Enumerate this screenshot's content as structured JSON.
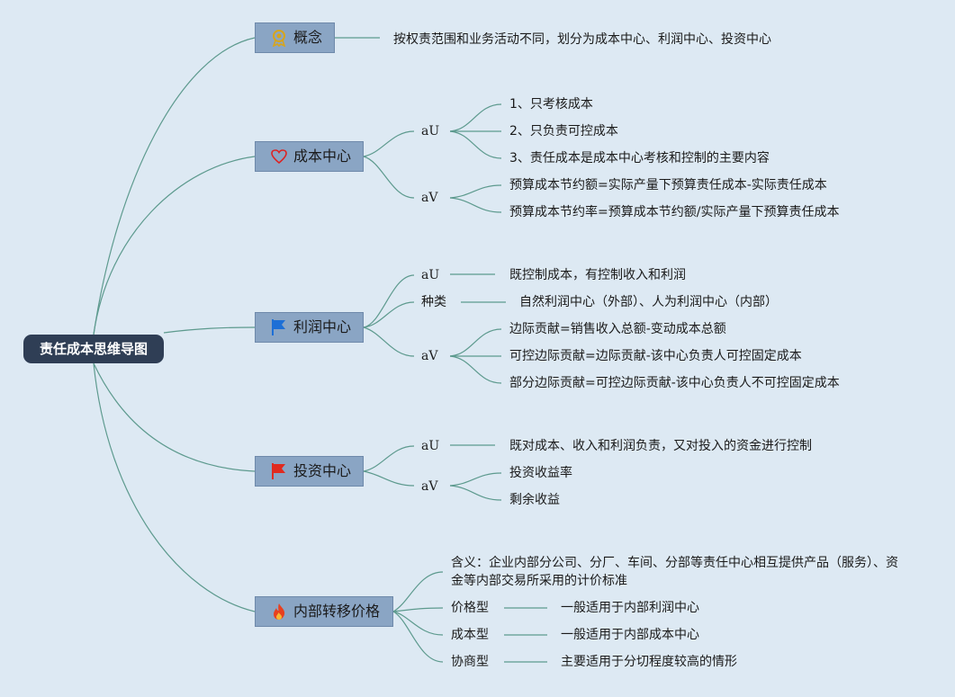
{
  "root": {
    "title": "责任成本思维导图"
  },
  "concept": {
    "title": "概念",
    "icon": "award-medal-icon",
    "text": "按权责范围和业务活动不同，划分为成本中心、利润中心、投资中心"
  },
  "cost_center": {
    "title": "成本中心",
    "icon": "heart-icon",
    "group_u": {
      "label": "aU",
      "items": [
        "1、只考核成本",
        "2、只负责可控成本",
        "3、责任成本是成本中心考核和控制的主要内容"
      ]
    },
    "group_v": {
      "label": "aV",
      "items": [
        "预算成本节约额=实际产量下预算责任成本-实际责任成本",
        "预算成本节约率=预算成本节约额/实际产量下预算责任成本"
      ]
    }
  },
  "profit_center": {
    "title": "利润中心",
    "icon": "blue-flag-icon",
    "group_u": {
      "label": "aU",
      "text": "既控制成本，有控制收入和利润"
    },
    "group_types": {
      "label": "种类",
      "text": "自然利润中心（外部）、人为利润中心（内部）"
    },
    "group_v": {
      "label": "aV",
      "items": [
        "边际贡献=销售收入总额-变动成本总额",
        "可控边际贡献=边际贡献-该中心负责人可控固定成本",
        "部分边际贡献=可控边际贡献-该中心负责人不可控固定成本"
      ]
    }
  },
  "investment_center": {
    "title": "投资中心",
    "icon": "red-flag-icon",
    "group_u": {
      "label": "aU",
      "text": "既对成本、收入和利润负责，又对投入的资金进行控制"
    },
    "group_v": {
      "label": "aV",
      "items": [
        "投资收益率",
        "剩余收益"
      ]
    }
  },
  "transfer_price": {
    "title": "内部转移价格",
    "icon": "fire-icon",
    "meaning": "含义：企业内部分公司、分厂、车间、分部等责任中心相互提供产品（服务）、资金等内部交易所采用的计价标准",
    "types": [
      {
        "label": "价格型",
        "text": "一般适用于内部利润中心"
      },
      {
        "label": "成本型",
        "text": "一般适用于内部成本中心"
      },
      {
        "label": "协商型",
        "text": "主要适用于分切程度较高的情形"
      }
    ]
  },
  "colors": {
    "background": "#dde9f3",
    "root": "#2f3e55",
    "branch": "#8aa5c4",
    "line": "#5d9a8e"
  }
}
